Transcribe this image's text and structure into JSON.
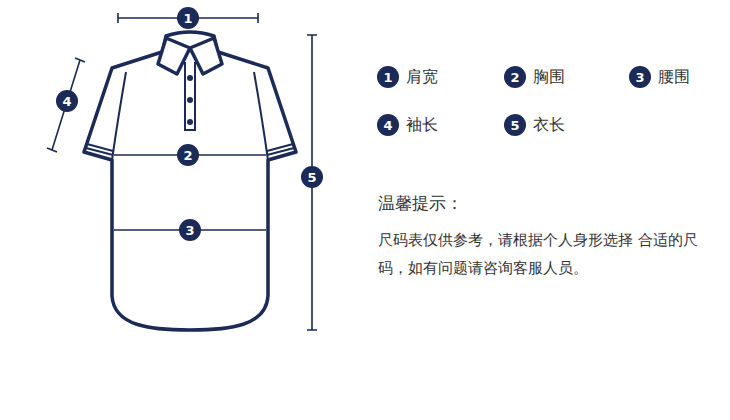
{
  "diagram": {
    "nodes": [
      {
        "text": [
          "1"
        ]
      },
      {
        "text": [
          "4"
        ]
      },
      {
        "text": [
          "2"
        ]
      },
      {
        "text": [
          "5"
        ]
      },
      {
        "text": [
          "3"
        ]
      },
      {
        "text": [
          "1"
        ]
      },
      {
        "text": [
          "2"
        ]
      },
      {
        "text": [
          "3"
        ]
      },
      {
        "text": [
          "4"
        ]
      },
      {
        "text": [
          "5"
        ]
      }
    ],
    "labels": [
      "肩宽",
      "胸围",
      "腰围",
      "袖长",
      "衣长",
      "温馨提示：",
      "尺码表仅供参考，请根据个人身形选择 合适的尺码，如有问题请咨询客服人员。"
    ]
  }
}
